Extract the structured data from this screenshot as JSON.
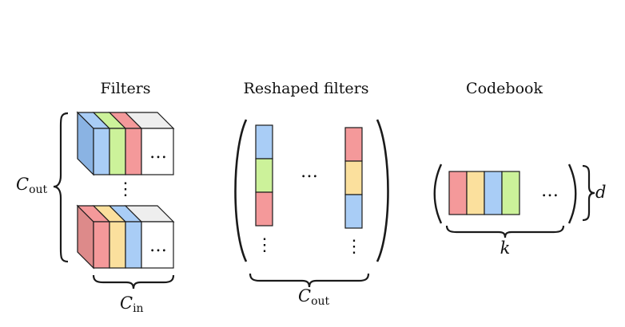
{
  "colors": {
    "blue": "#a9cdf6",
    "blue_dark": "#8ab3e3",
    "green": "#ccf29a",
    "green_dark": "#b3dd80",
    "red": "#f4999a",
    "red_dark": "#dd8a8a",
    "yellow": "#fbe09d",
    "yellow_dark": "#e8cd86",
    "white": "#ffffff",
    "grey_top": "#eeeeee",
    "stroke": "#1a1a1a"
  },
  "filters": {
    "title": "Filters",
    "dots": "…",
    "vdots": "⋮",
    "c_out": {
      "main": "C",
      "sub": "out"
    },
    "c_in": {
      "main": "C",
      "sub": "in"
    }
  },
  "reshaped": {
    "title": "Reshaped filters",
    "dots": "…",
    "vdots": "⋮",
    "c_out": {
      "main": "C",
      "sub": "out"
    }
  },
  "codebook": {
    "title": "Codebook",
    "dots": "…",
    "k": "k",
    "d": "d"
  }
}
